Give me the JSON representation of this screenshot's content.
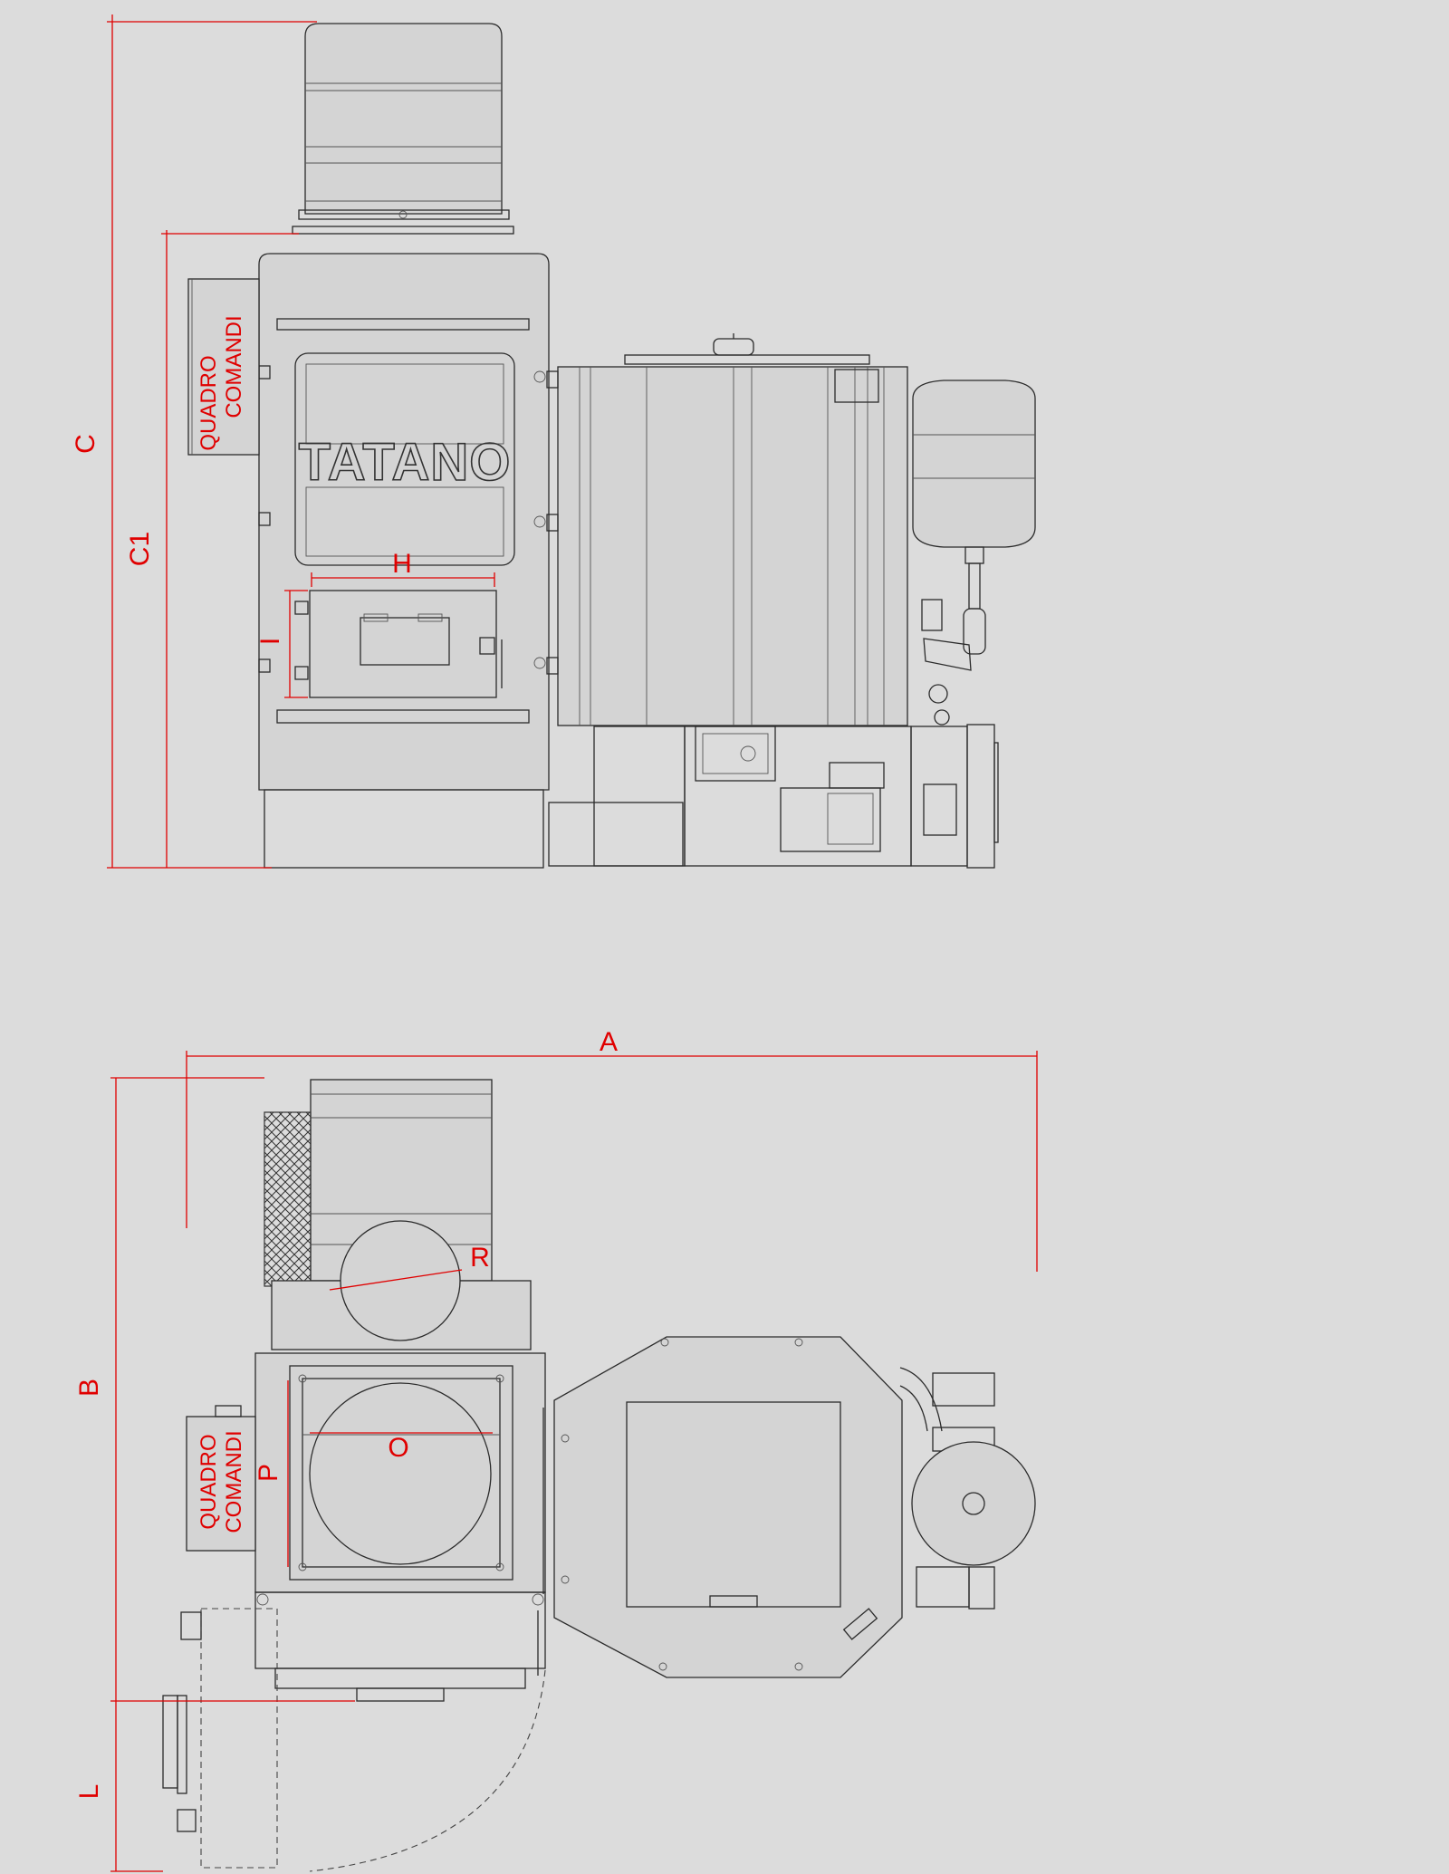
{
  "brand": "TATANO",
  "panel_label": {
    "line1": "QUADRO",
    "line2": "COMANDI"
  },
  "dimensions": {
    "A": "A",
    "B": "B",
    "C": "C",
    "C1": "C1",
    "H": "H",
    "I": "I",
    "L": "L",
    "O": "O",
    "P": "P",
    "R": "R"
  },
  "colors": {
    "background": "#dcdcdc",
    "line": "#2b2b2b",
    "dimension": "#e00000"
  }
}
